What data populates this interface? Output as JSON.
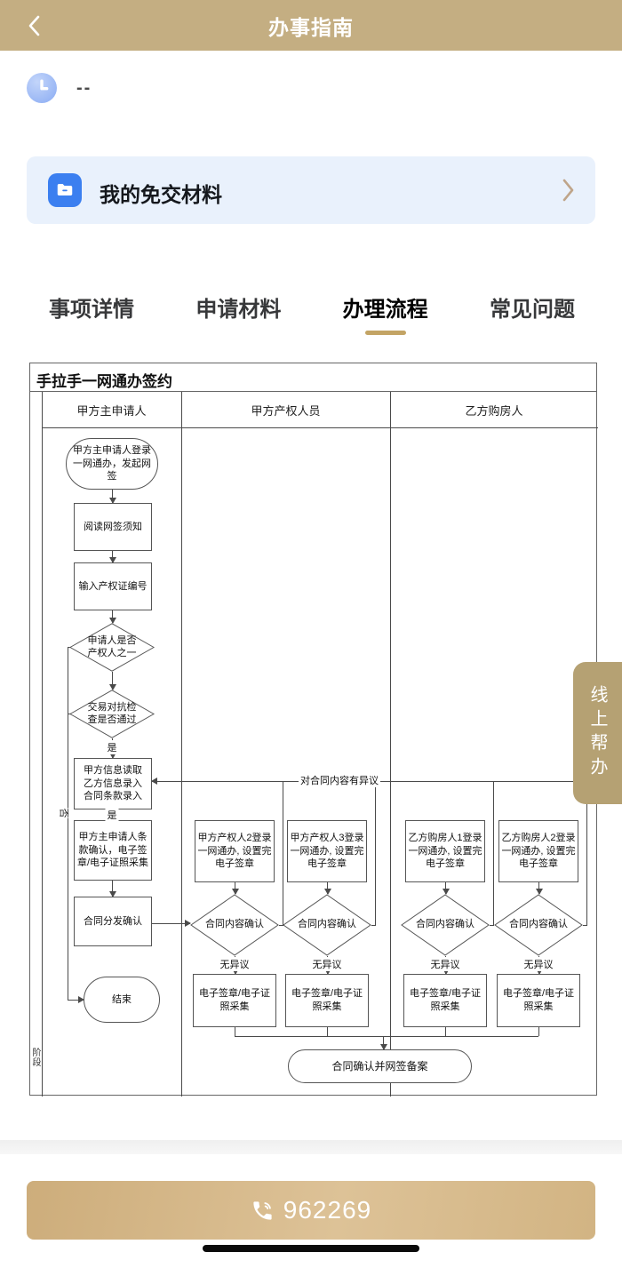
{
  "header": {
    "title": "办事指南"
  },
  "status_row": {
    "value": "--"
  },
  "materials_card": {
    "label": "我的免交材料"
  },
  "tabs": [
    {
      "label": "事项详情",
      "active": false
    },
    {
      "label": "申请材料",
      "active": false
    },
    {
      "label": "办理流程",
      "active": true
    },
    {
      "label": "常见问题",
      "active": false
    }
  ],
  "flowchart": {
    "title": "手拉手一网通办签约",
    "stage_label": "阶段",
    "lanes": [
      "甲方主申请人",
      "甲方产权人员",
      "乙方购房人"
    ],
    "main_flow": {
      "start": "甲方主申请人登录一网通办，发起网签",
      "read_notice": "阅读网签须知",
      "input_cert": "输入产权证编号",
      "check_owner": "申请人是否产权人之一",
      "check_trade": "交易对抗检查是否通过",
      "yes_label_1": "是",
      "yes_label_2": "是",
      "no_label": "否",
      "info_entry": "甲方信息读取\n乙方信息录入\n合同条款录入",
      "main_sign": "甲方主申请人条款确认，电子签章/电子证照采集",
      "distribute": "合同分发确认",
      "end": "结束"
    },
    "objection_label": "对合同内容有异议",
    "branches": [
      {
        "login": "甲方产权人2登录一网通办, 设置完电子签章",
        "confirm": "合同内容确认",
        "no_objection": "无异议",
        "esign": "电子签章/电子证照采集"
      },
      {
        "login": "甲方产权人3登录一网通办, 设置完电子签章",
        "confirm": "合同内容确认",
        "no_objection": "无异议",
        "esign": "电子签章/电子证照采集"
      },
      {
        "login": "乙方购房人1登录一网通办, 设置完电子签章",
        "confirm": "合同内容确认",
        "no_objection": "无异议",
        "esign": "电子签章/电子证照采集"
      },
      {
        "login": "乙方购房人2登录一网通办, 设置完电子签章",
        "confirm": "合同内容确认",
        "no_objection": "无异议",
        "esign": "电子签章/电子证照采集"
      }
    ],
    "final_node": "合同确认并网签备案"
  },
  "side_tab": {
    "label": "线上帮办"
  },
  "footer": {
    "phone_number": "962269"
  },
  "colors": {
    "header_gold": "#c4ae82",
    "tab_underline": "#c3a465",
    "button_gold": "#d6b98b",
    "card_bg": "#e9f1fc",
    "icon_blue": "#3b7ff0",
    "side_tab_gold": "#b5a173"
  }
}
